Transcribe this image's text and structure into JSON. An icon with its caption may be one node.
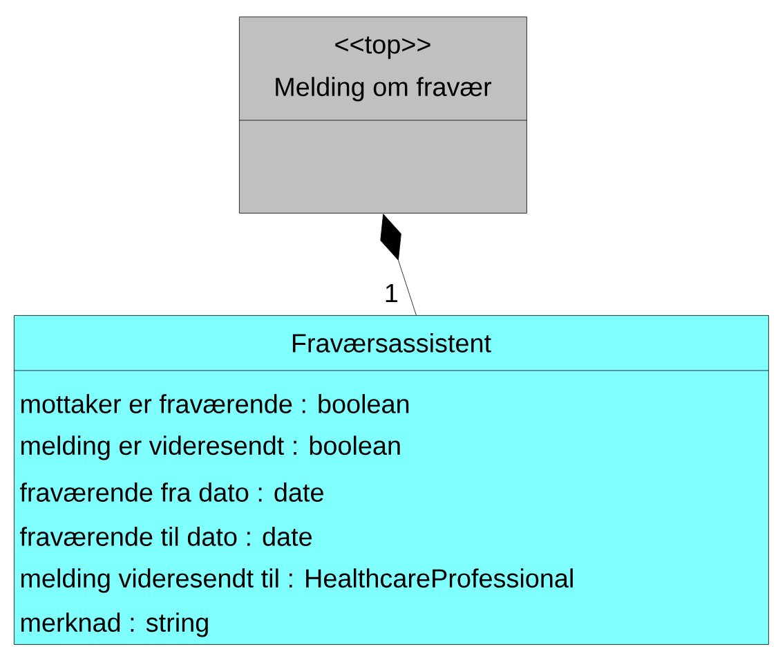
{
  "diagram": {
    "nodes": [
      {
        "text": [
          "<<top>>",
          "Melding om fravær"
        ]
      },
      {
        "text": [
          "Fraværsassistent",
          "mottaker er fraværende : boolean",
          "melding er videresendt : boolean",
          "fraværende fra dato : date",
          "fraværende til dato : date",
          "melding videresendt til : HealthcareProfessional",
          "merknad : string"
        ]
      }
    ],
    "edges": [
      {
        "from": 1,
        "to": 0,
        "arrow": "other",
        "label": "1"
      }
    ]
  }
}
